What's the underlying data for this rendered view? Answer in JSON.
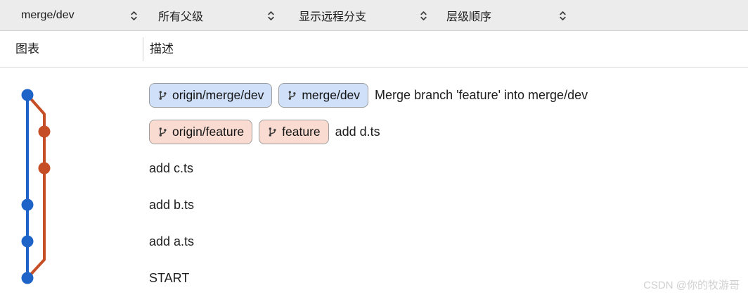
{
  "toolbar": {
    "dropdowns": [
      {
        "label": "merge/dev"
      },
      {
        "label": "所有父级"
      },
      {
        "label": "显示远程分支"
      },
      {
        "label": "层级顺序"
      }
    ]
  },
  "table": {
    "columns": {
      "graph": "图表",
      "description": "描述"
    }
  },
  "commits": [
    {
      "message": "Merge branch 'feature' into merge/dev",
      "labels": [
        {
          "text": "origin/merge/dev",
          "type": "blue"
        },
        {
          "text": "merge/dev",
          "type": "blue"
        }
      ]
    },
    {
      "message": "add d.ts",
      "labels": [
        {
          "text": "origin/feature",
          "type": "pink"
        },
        {
          "text": "feature",
          "type": "pink"
        }
      ]
    },
    {
      "message": "add c.ts",
      "labels": []
    },
    {
      "message": "add b.ts",
      "labels": []
    },
    {
      "message": "add a.ts",
      "labels": []
    },
    {
      "message": "START",
      "labels": []
    }
  ],
  "colors": {
    "branch_blue": "#1e64c8",
    "branch_red": "#c64e26",
    "badge_blue_bg": "#cfe0f8",
    "badge_pink_bg": "#f9dbd1"
  },
  "watermark": "CSDN @你的牧游哥"
}
